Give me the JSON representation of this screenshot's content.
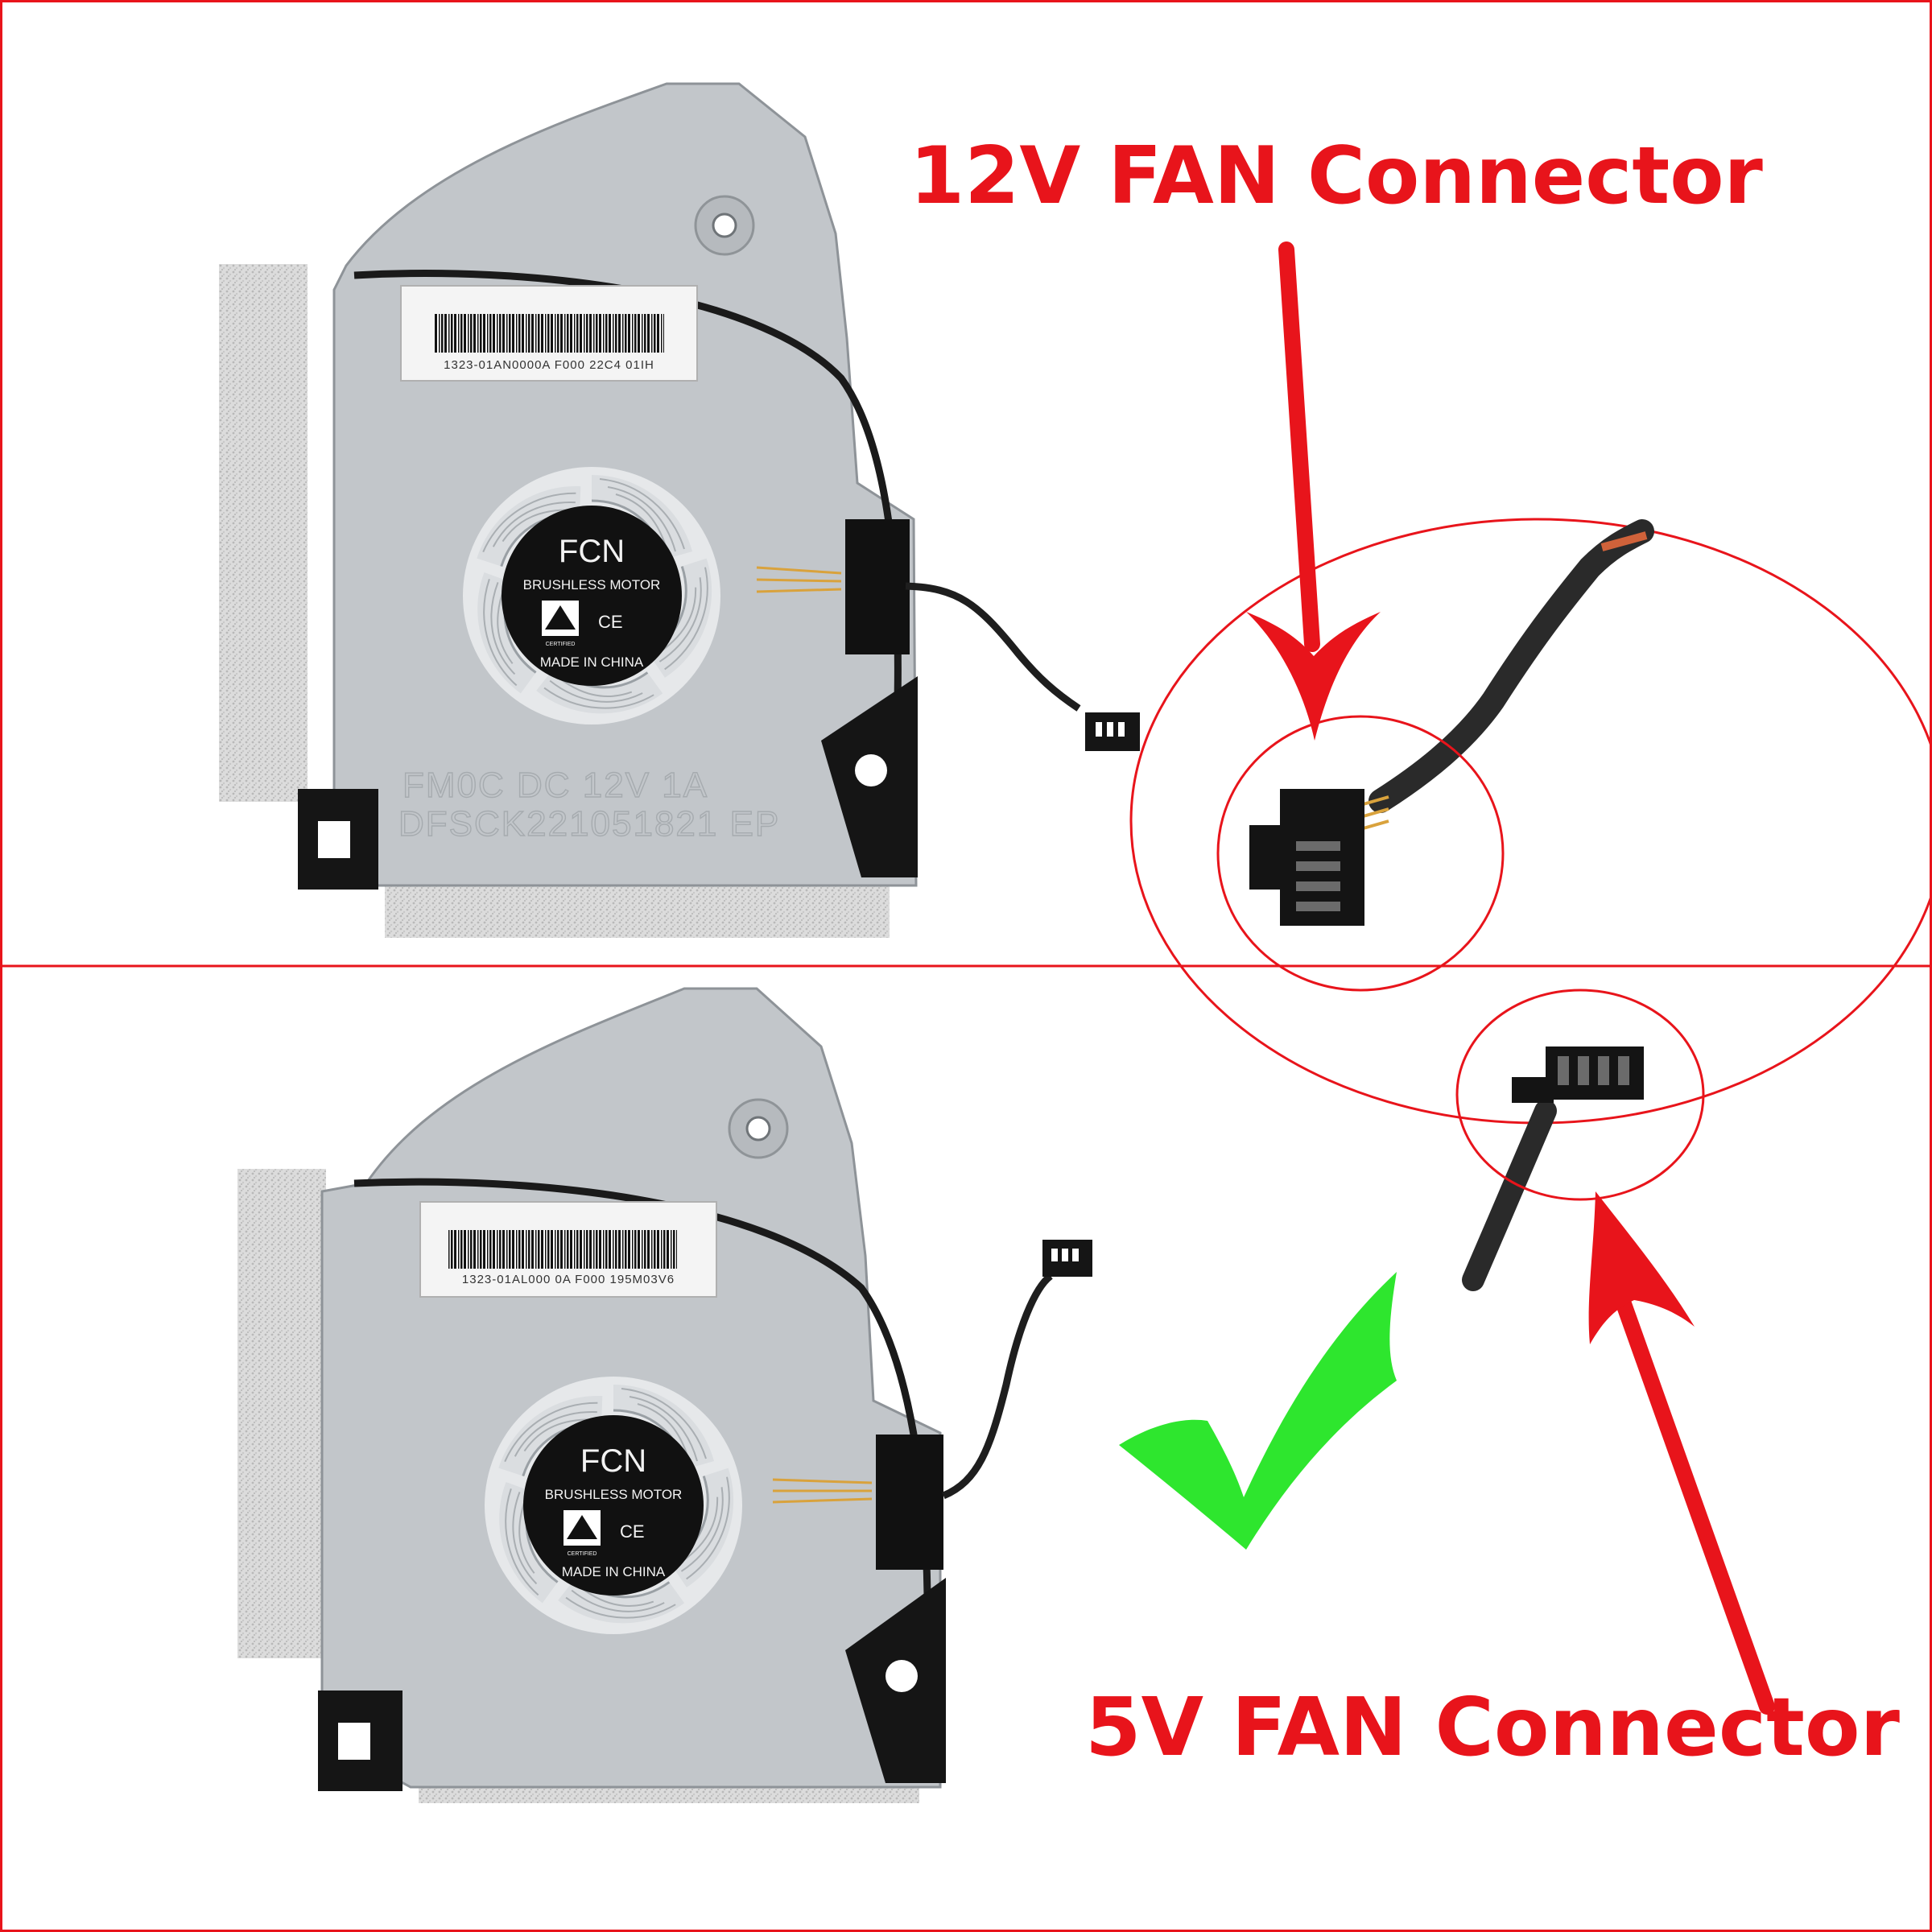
{
  "callouts": {
    "top": "12V FAN Connector",
    "bottom": "5V FAN Connector"
  },
  "fan_top": {
    "barcode_text": "1323-01AN0000A F000 22C4 01IH",
    "hub_brand": "FCN",
    "hub_motor": "BRUSHLESS MOTOR",
    "hub_origin": "MADE IN CHINA",
    "hub_ce": "CE",
    "hub_cert": "CERTIFIED",
    "emboss_line1": "FM0C DC 12V 1A",
    "emboss_line2": "DFSCK221051821 EP"
  },
  "fan_bottom": {
    "barcode_text": "1323-01AL000 0A F000 195M03V6",
    "hub_brand": "FCN",
    "hub_motor": "BRUSHLESS MOTOR",
    "hub_origin": "MADE IN CHINA",
    "hub_ce": "CE",
    "hub_cert": "CERTIFIED"
  },
  "colors": {
    "accent_red": "#e8141b",
    "check_green": "#2ee62e",
    "fan_metal": "#c2c6ca",
    "hub_black": "#111111"
  },
  "icons": {
    "check": "check-mark-icon",
    "arrow": "arrow-icon"
  }
}
